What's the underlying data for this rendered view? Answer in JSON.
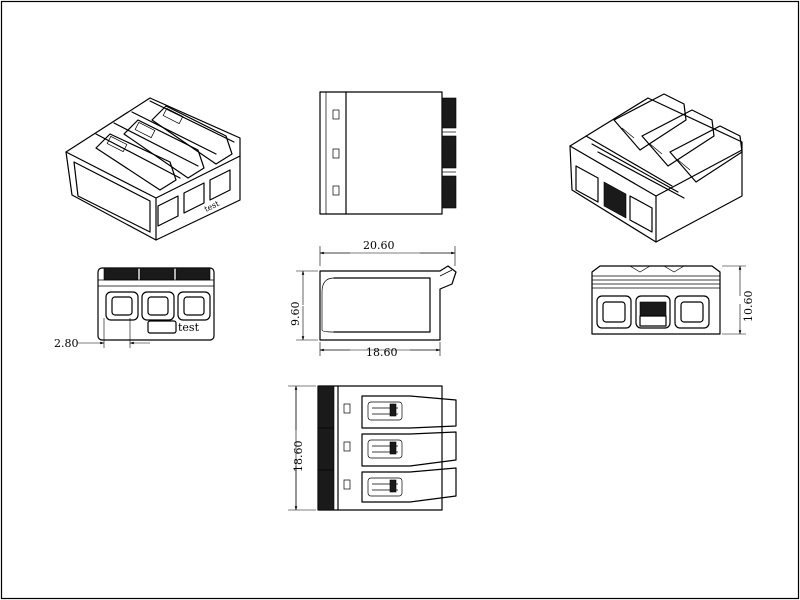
{
  "diagram": {
    "dimensions": {
      "top_width": "20.60",
      "side_height": "9.60",
      "side_base": "18.60",
      "front_pitch": "2.80",
      "rear_height": "10.60",
      "bottom_depth": "18.60"
    },
    "marking": {
      "front_text": "test",
      "iso_text": "test"
    },
    "colors": {
      "line": "#000000",
      "background": "#ffffff",
      "dark_fill": "#1a1a1a"
    }
  }
}
